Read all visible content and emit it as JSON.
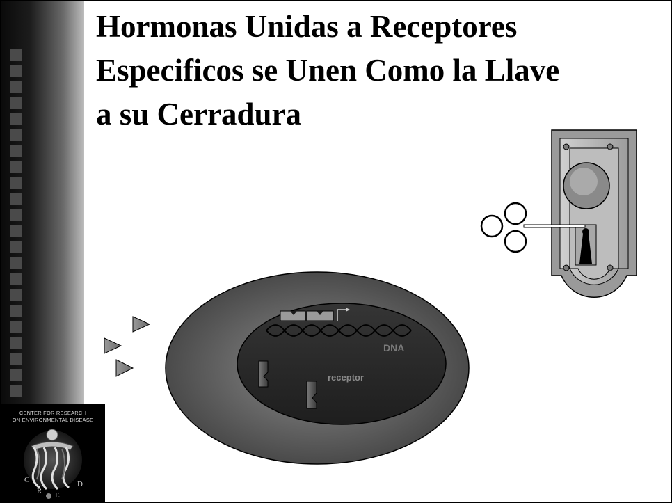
{
  "slide": {
    "title_lines": [
      "Hormonas Unidas a Receptores",
      "Especificos se Unen Como la Llave",
      "a su Cerradura"
    ]
  },
  "diagram": {
    "dna_label": "DNA",
    "receptor_label": "receptor"
  },
  "logo": {
    "line1": "Center for Research",
    "line2": "on Environmental Disease",
    "letters": [
      "C",
      "R",
      "E",
      "D"
    ]
  }
}
